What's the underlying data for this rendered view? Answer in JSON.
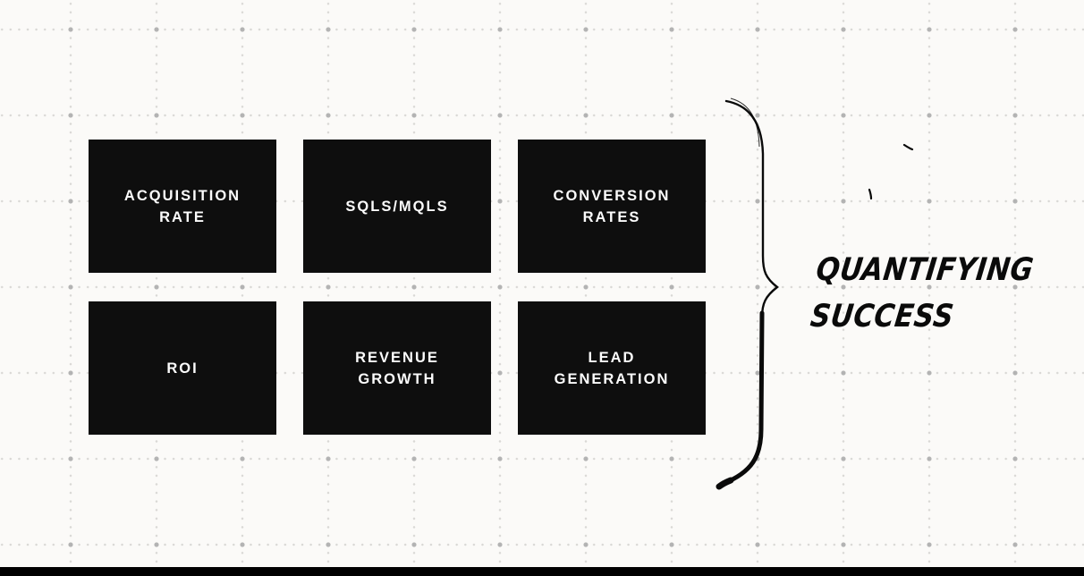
{
  "title": {
    "line1": "QUANTIFYING",
    "line2": "SUCCESS"
  },
  "boxes": [
    {
      "id": "acquisition-rate",
      "line1": "ACQUISITION",
      "line2": "RATE"
    },
    {
      "id": "sqls-mqls",
      "line1": "SQLS/MQLS",
      "line2": ""
    },
    {
      "id": "conversion-rates",
      "line1": "CONVERSION",
      "line2": "RATES"
    },
    {
      "id": "roi",
      "line1": "ROI",
      "line2": ""
    },
    {
      "id": "revenue-growth",
      "line1": "REVENUE",
      "line2": "GROWTH"
    },
    {
      "id": "lead-generation",
      "line1": "LEAD",
      "line2": "GENERATION"
    }
  ],
  "colors": {
    "canvas_bg": "#fbfaf8",
    "box_bg": "#0e0e0e",
    "box_text": "#fcfcfc",
    "ink": "#0a0a0a",
    "grid_major_dot": "#b3b3b3",
    "grid_minor_dot": "#d9d8d5",
    "bottom_bar": "#000000"
  },
  "decorations": {
    "brace": "hand-drawn right-pointing curly brace",
    "sketch_marks": "two small hand-drawn tick strokes"
  }
}
